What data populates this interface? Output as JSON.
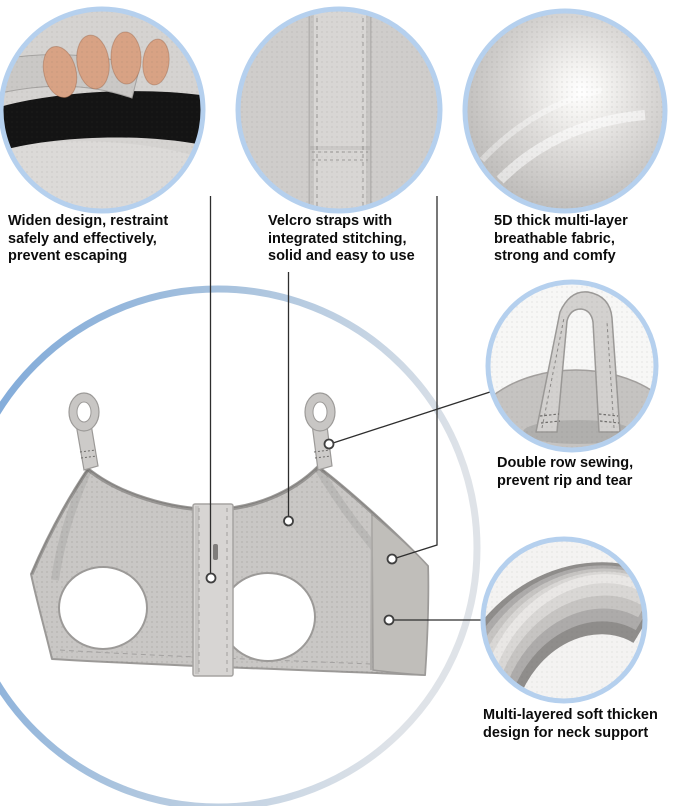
{
  "callouts": {
    "widen_design": {
      "caption_lines": [
        "Widen design, restraint",
        "safely and effectively,",
        "prevent escaping"
      ]
    },
    "velcro_straps": {
      "caption_lines": [
        "Velcro straps with",
        "integrated stitching,",
        "solid and easy to use"
      ]
    },
    "breathable_fabric": {
      "caption_lines": [
        "5D thick multi-layer",
        "breathable fabric,",
        "strong and comfy"
      ]
    },
    "double_row_sewing": {
      "caption_lines": [
        "Double row sewing,",
        "prevent rip and tear"
      ]
    },
    "neck_support": {
      "caption_lines": [
        "Multi-layered soft thicken",
        "design for neck support"
      ]
    }
  },
  "colors": {
    "background": "#ffffff",
    "big_ring_blue": "#7ea8d9",
    "callout_ring_blue": "#b5d0ee",
    "product_gray": "#c9c7c5",
    "velcro_black": "#141414",
    "caption_text": "#0c0c0c"
  }
}
